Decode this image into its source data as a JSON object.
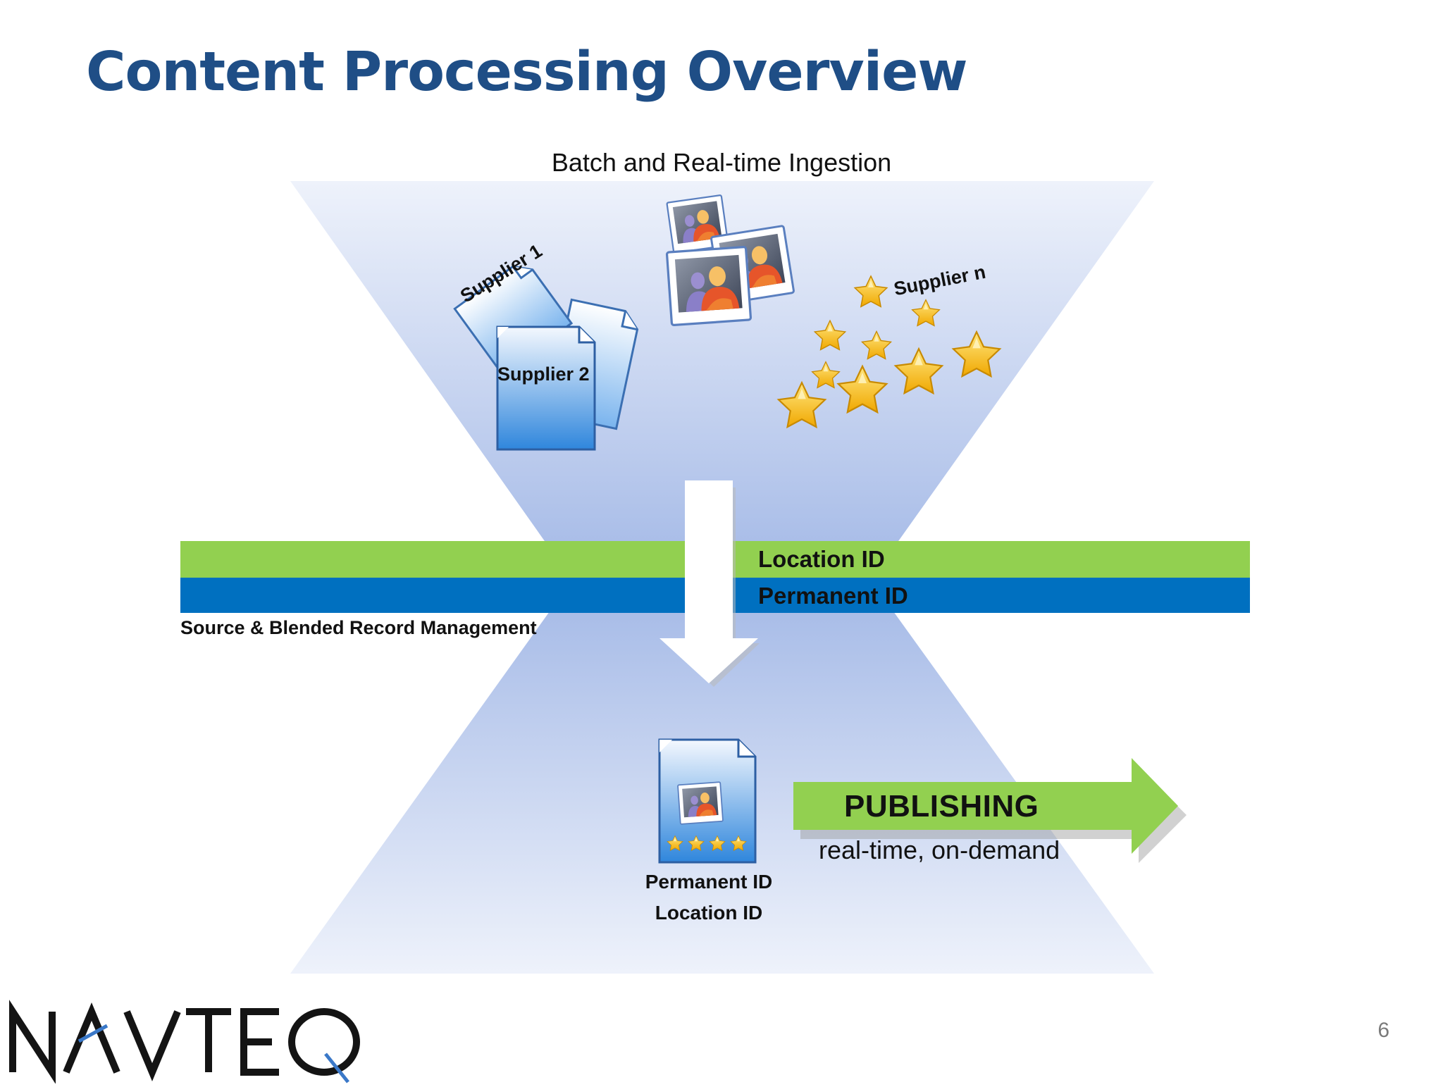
{
  "slide": {
    "title": "Content Processing Overview",
    "subtitle": "Batch and Real-time Ingestion",
    "page_number": "6"
  },
  "inputs": {
    "supplier_1": "Supplier 1",
    "supplier_2": "Supplier 2",
    "supplier_n": "Supplier n"
  },
  "bands": {
    "location_id": "Location ID",
    "permanent_id": "Permanent ID",
    "record_management": "Source & Blended Record Management"
  },
  "output": {
    "permanent_id": "Permanent ID",
    "location_id": "Location ID",
    "publishing": "PUBLISHING",
    "publishing_sub": "real-time, on-demand"
  },
  "logo": {
    "text": "NAVTEQ"
  },
  "colors": {
    "title": "#1f4e86",
    "green_band": "#92d050",
    "blue_band": "#0070c0",
    "funnel": "#c3d1ef",
    "star": "#f5b800"
  },
  "icons": [
    "document-icon",
    "photo-icon",
    "star-icon",
    "down-arrow-icon",
    "right-arrow-icon",
    "content-record-icon"
  ]
}
